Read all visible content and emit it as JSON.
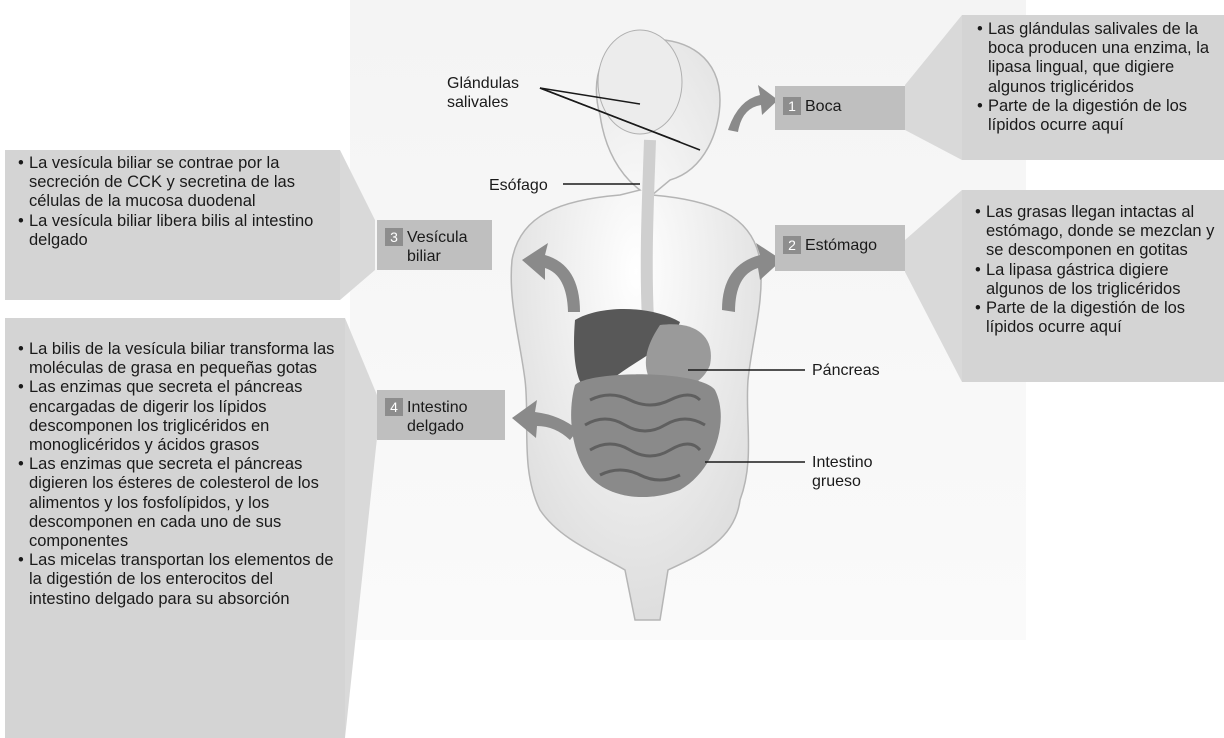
{
  "labels": {
    "glandulas": "Glándulas",
    "salivales": "salivales",
    "esofago": "Esófago",
    "pancreas": "Páncreas",
    "intestino_grueso_1": "Intestino",
    "intestino_grueso_2": "grueso"
  },
  "steps": [
    {
      "number": "1",
      "title": "Boca"
    },
    {
      "number": "2",
      "title": "Estómago"
    },
    {
      "number": "3",
      "title_lines": [
        "Vesícula",
        "biliar"
      ]
    },
    {
      "number": "4",
      "title_lines": [
        "Intestino",
        "delgado"
      ]
    }
  ],
  "panels": {
    "boca": [
      "Las glándulas salivales de la boca producen una enzima, la lipasa lingual, que digiere algunos triglicéridos",
      "Parte de la digestión de los lípidos ocurre aquí"
    ],
    "estomago": [
      "Las grasas llegan intactas al estómago, donde se mezclan y se descomponen en gotitas",
      "La lipasa gástrica digiere algunos de los triglicéridos",
      "Parte de la digestión de los lípidos ocurre aquí"
    ],
    "vesicula": [
      "La vesícula biliar se contrae por la secreción de CCK y secretina de las células de la mucosa duodenal",
      "La vesícula biliar libera bilis al intestino delgado"
    ],
    "intestino": [
      "La bilis de la vesícula biliar transforma las moléculas de grasa en pequeñas gotas",
      "Las enzimas que secreta el páncreas encargadas de digerir los lípidos descomponen los triglicéridos en monoglicéridos y ácidos grasos",
      "Las enzimas que secreta el páncreas digieren los ésteres de colesterol de los alimentos y los fosfolípidos, y los descomponen en cada uno de sus componentes",
      "Las micelas transportan los elementos de la digestión de los enterocitos del intestino delgado para su absorción"
    ]
  }
}
